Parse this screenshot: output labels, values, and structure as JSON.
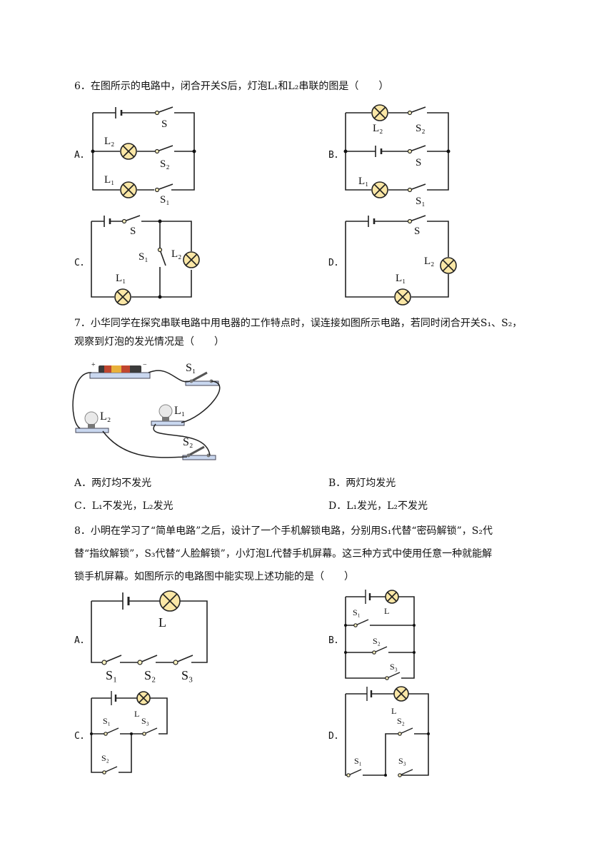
{
  "q6": {
    "stem": "6．在图所示的电路中，闭合开关S后，灯泡L₁和L₂串联的图是（　　）",
    "options": {
      "a": "A．",
      "b": "B．",
      "c": "C．",
      "d": "D．"
    }
  },
  "q7": {
    "stem_line1": "7．小华同学在探究串联电路中用电器的工作特点时，误连接如图所示电路，若同时闭合开关S₁、S₂，",
    "stem_line2": "观察到灯泡的发光情况是（　　）",
    "answers": {
      "a": "A．两灯均不发光",
      "b": "B．两灯均发光",
      "c": "C．L₁不发光，L₂发光",
      "d": "D．L₁发光，L₂不发光"
    }
  },
  "q8": {
    "stem_line1": "8．小明在学习了“简单电路”之后，设计了一个手机解锁电路，分别用S₁代替“密码解锁”，S₂代",
    "stem_line2": "替“指纹解锁”，S₃代替“人脸解锁”，小灯泡L代替手机屏幕。这三种方式中使用任意一种就能解",
    "stem_line3": "锁手机屏幕。如图所示的电路图中能实现上述功能的是（　　）",
    "options": {
      "a": "A．",
      "b": "B．",
      "c": "C．",
      "d": "D．"
    }
  },
  "labels": {
    "S": "S",
    "S1": "S₁",
    "S2": "S₂",
    "S3": "S₃",
    "L": "L",
    "L1": "L₁",
    "L2": "L₂",
    "plus": "+",
    "minus": "−"
  }
}
